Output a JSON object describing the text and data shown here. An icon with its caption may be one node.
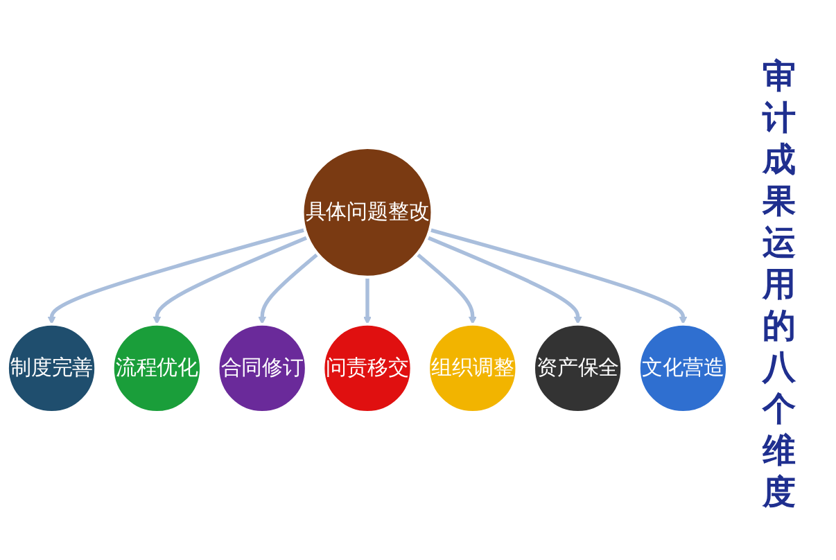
{
  "diagram": {
    "title": "审计成果运用的八个维度",
    "nodes": [
      {
        "text": [
          "具体问题整改"
        ]
      },
      {
        "text": [
          "制度完善"
        ]
      },
      {
        "text": [
          "流程优化"
        ]
      },
      {
        "text": [
          "合同修订"
        ]
      },
      {
        "text": [
          "问责移交"
        ]
      },
      {
        "text": [
          "组织调整"
        ]
      },
      {
        "text": [
          "资产保全"
        ]
      },
      {
        "text": [
          "文化营造"
        ]
      }
    ],
    "edges": [
      {
        "from": 0,
        "to": 1,
        "arrow": "to"
      },
      {
        "from": 0,
        "to": 2,
        "arrow": "to"
      },
      {
        "from": 0,
        "to": 3,
        "arrow": "to"
      },
      {
        "from": 0,
        "to": 4,
        "arrow": "to"
      },
      {
        "from": 0,
        "to": 5,
        "arrow": "to"
      },
      {
        "from": 0,
        "to": 6,
        "arrow": "to"
      },
      {
        "from": 0,
        "to": 7,
        "arrow": "to"
      }
    ]
  }
}
